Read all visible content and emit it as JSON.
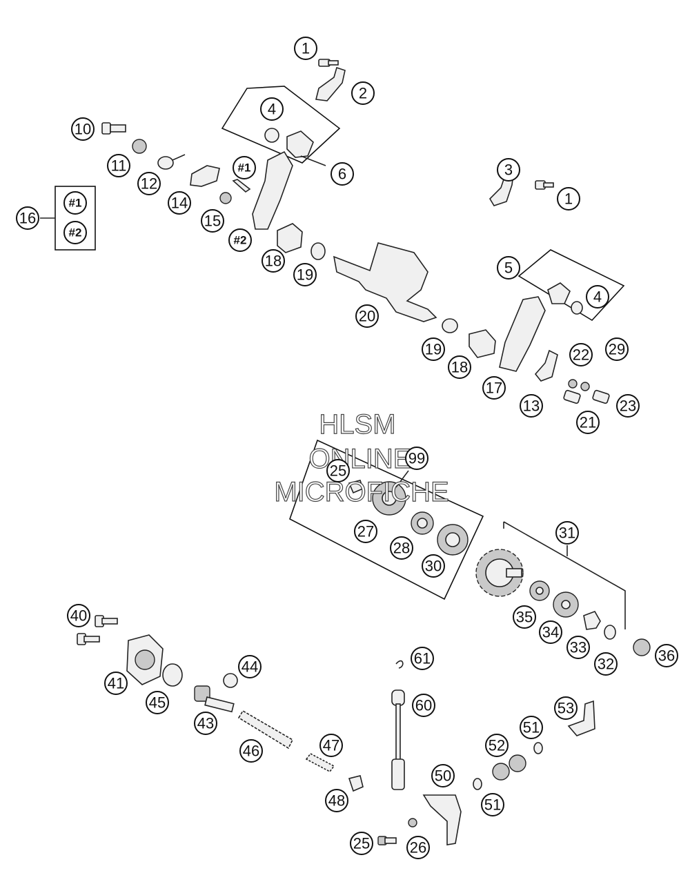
{
  "watermark": {
    "line1": "HLSM",
    "line2": "ONLINE",
    "line3": "MICROFICHE"
  },
  "callouts": {
    "c1a": "1",
    "c1b": "1",
    "c2": "2",
    "c3": "3",
    "c4a": "4",
    "c4b": "4",
    "c5": "5",
    "c6": "6",
    "c10": "10",
    "c11": "11",
    "c12": "12",
    "c13": "13",
    "c14": "14",
    "c15": "15",
    "c16": "16",
    "c17": "17",
    "c18a": "18",
    "c18b": "18",
    "c19a": "19",
    "c19b": "19",
    "c20": "20",
    "c21": "21",
    "c22": "22",
    "c23": "23",
    "c25a": "25",
    "c25b": "25",
    "c26": "26",
    "c27": "27",
    "c28": "28",
    "c29": "29",
    "c30": "30",
    "c31": "31",
    "c32": "32",
    "c33": "33",
    "c34": "34",
    "c35": "35",
    "c36": "36",
    "c40": "40",
    "c41": "41",
    "c43": "43",
    "c44": "44",
    "c45": "45",
    "c46": "46",
    "c47": "47",
    "c48": "48",
    "c50": "50",
    "c51a": "51",
    "c51b": "51",
    "c52": "52",
    "c53": "53",
    "c60": "60",
    "c61": "61",
    "c99": "99",
    "n1a": "#1",
    "n1b": "#1",
    "n2a": "#2",
    "n2b": "#2"
  }
}
